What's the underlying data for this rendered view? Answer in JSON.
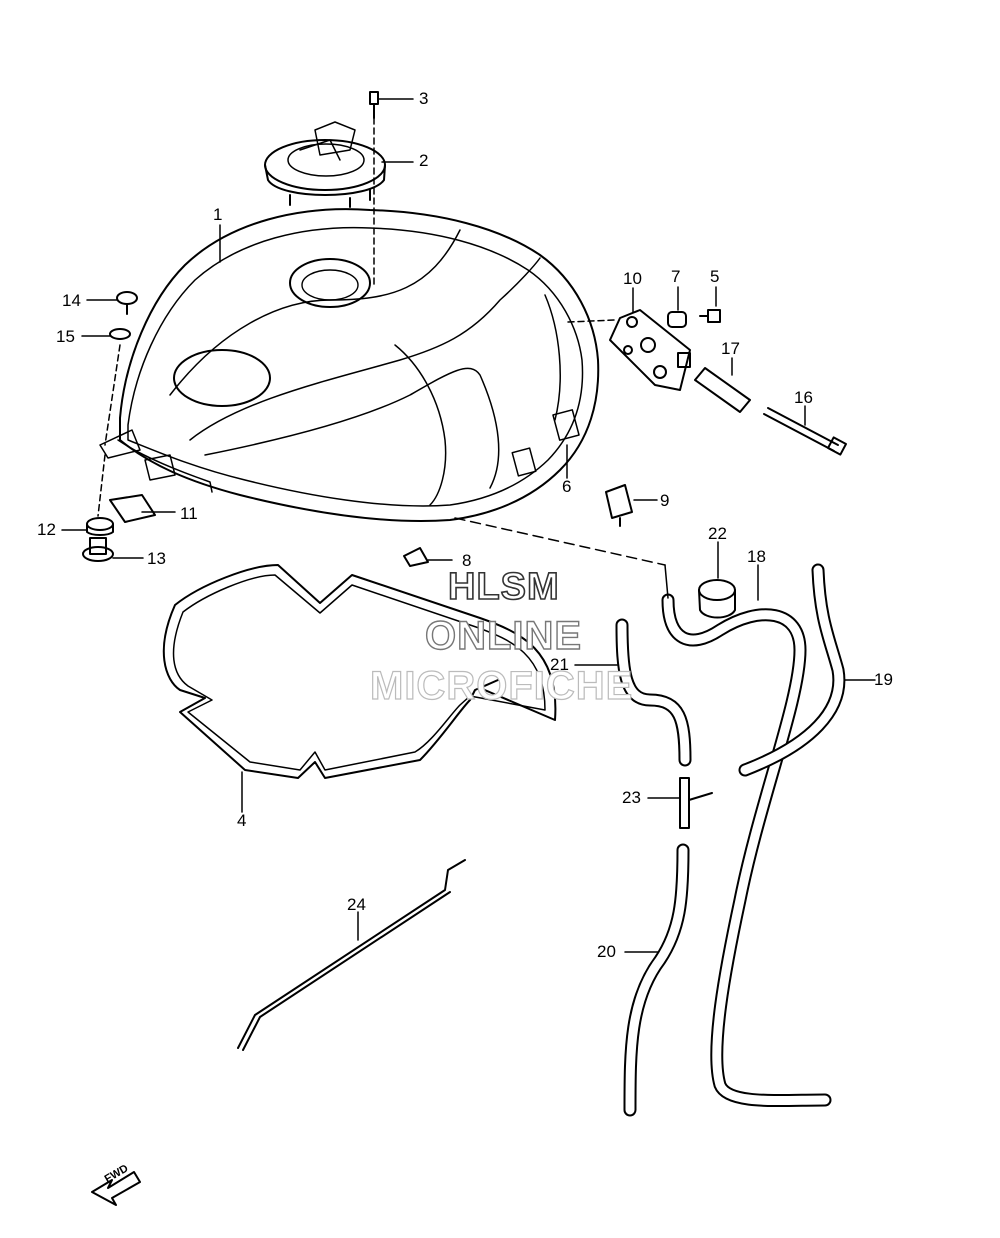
{
  "watermark": {
    "line1": "HLSM",
    "line2": "ONLINE",
    "line3": "MICROFICHE"
  },
  "direction_label": "FWD",
  "callouts": {
    "c1": "1",
    "c2": "2",
    "c3": "3",
    "c4": "4",
    "c5": "5",
    "c6": "6",
    "c7": "7",
    "c8": "8",
    "c9": "9",
    "c10": "10",
    "c11": "11",
    "c12": "12",
    "c13": "13",
    "c14": "14",
    "c15": "15",
    "c16": "16",
    "c17": "17",
    "c18": "18",
    "c19": "19",
    "c20": "20",
    "c21": "21",
    "c22": "22",
    "c23": "23",
    "c24": "24"
  }
}
